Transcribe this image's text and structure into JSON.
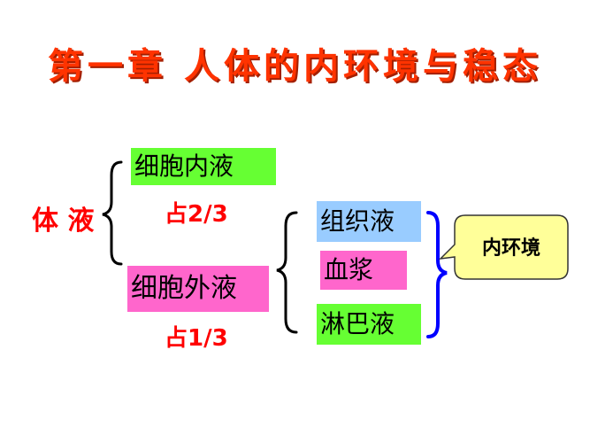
{
  "title": "第一章  人体的内环境与稳态",
  "body_fluid": "体 液",
  "intracellular_fluid": "细胞内液",
  "intracellular_fraction": "占2/3",
  "extracellular_fluid": "细胞外液",
  "extracellular_fraction": "占1/3",
  "tissue_fluid": "组织液",
  "plasma": "血浆",
  "lymph": "淋巴液",
  "internal_environment": "内环境",
  "colors": {
    "title": "#ff3300",
    "emphasis": "#ff0000",
    "green_box": "#66ff33",
    "pink_box": "#ff66cc",
    "blue_box": "#99ccff",
    "blue_brace": "#0000ff",
    "callout_fill": "#ffff99"
  }
}
